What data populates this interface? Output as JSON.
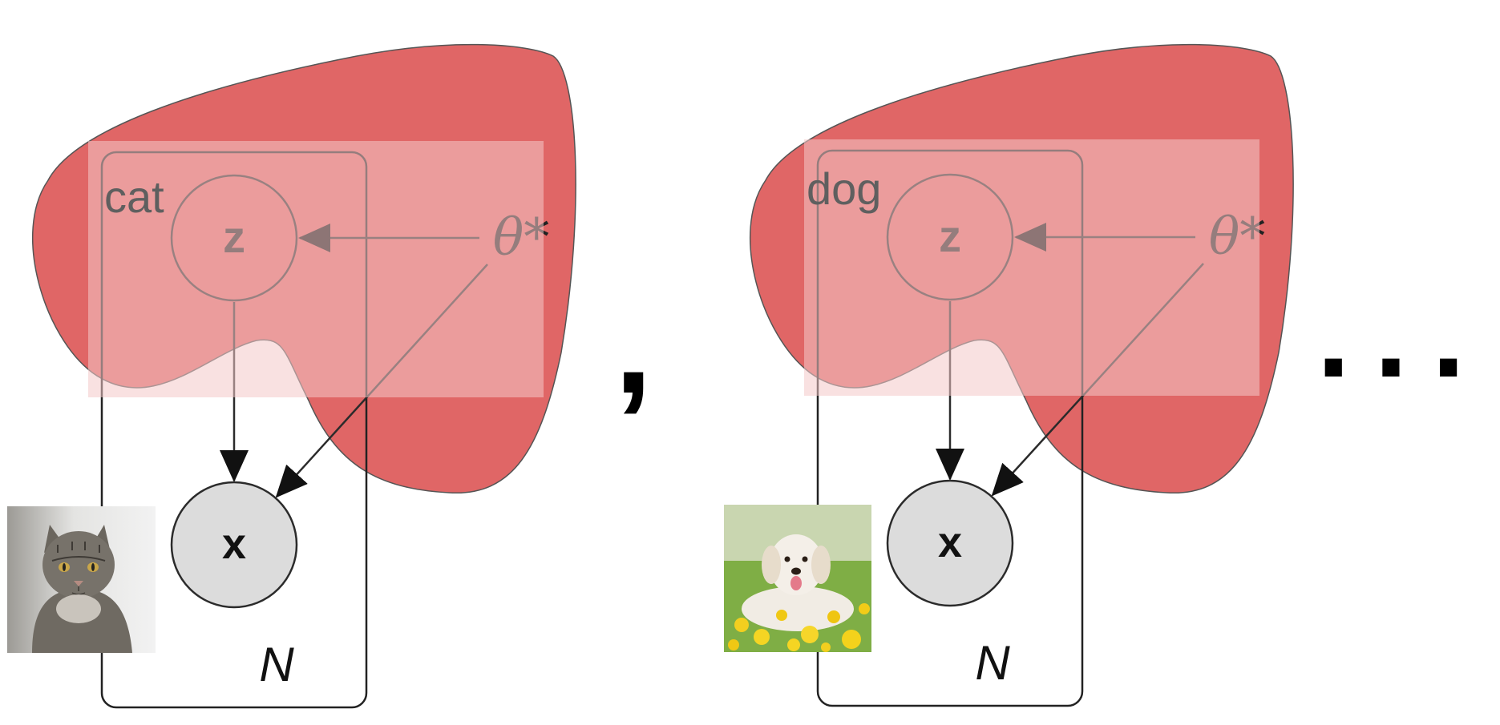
{
  "panels": [
    {
      "id": "cat",
      "label": "cat",
      "latent": "z",
      "observed": "x",
      "param": "θ*",
      "plate": "N",
      "photo": "cat photo"
    },
    {
      "id": "dog",
      "label": "dog",
      "latent": "z",
      "observed": "x",
      "param": "θ*",
      "plate": "N",
      "photo": "dog photo"
    }
  ],
  "separator": ",",
  "ellipsis": "...",
  "colors": {
    "blob": "#e06666",
    "overlay": "#f2c7c7",
    "observed_fill": "#dcdcdc",
    "stroke": "#2b2b2b"
  }
}
